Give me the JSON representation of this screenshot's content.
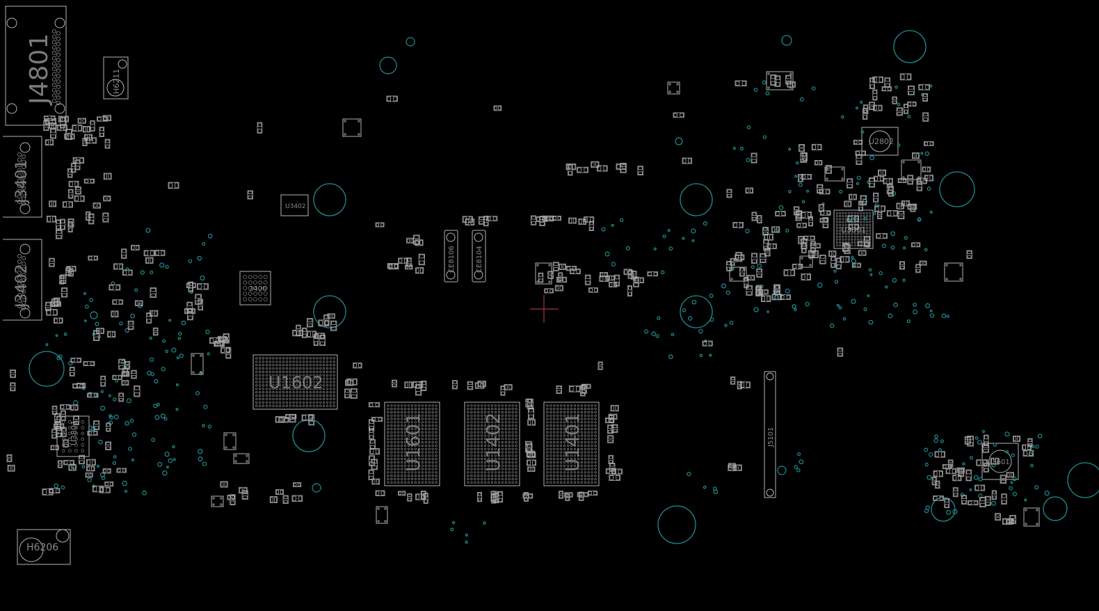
{
  "viewer": {
    "title": ""
  },
  "colors": {
    "background": "#000000",
    "outline": "#b4b4b4",
    "via": "#1f8e95",
    "cursor": "#a3344a"
  },
  "labels": {
    "J4801": "J4801",
    "H6211": "H6211",
    "J3401": "J3401",
    "J3402": "J3402",
    "U3402": "U3402",
    "U3400": "3400",
    "U1602": "U1602",
    "U1601": "U1601",
    "U1402": "U1402",
    "U1401": "U1401",
    "CE8106": "CE8106",
    "CE8104": "CE8104",
    "U2802": "U2802",
    "U3001": "U3001",
    "U3601": "U3601",
    "J5101": "J5101",
    "H6206": "H6206",
    "U3801": "U3801"
  }
}
